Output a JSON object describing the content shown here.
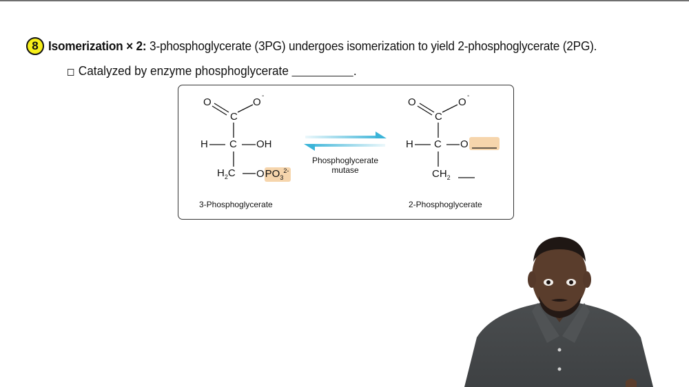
{
  "slide": {
    "item_number": "8",
    "heading": {
      "bold": "Isomerization × 2:",
      "text": " 3-phosphoglycerate (3PG) undergoes isomerization to yield 2-phosphoglycerate (2PG)."
    },
    "bullet": {
      "text": "Catalyzed by enzyme phosphoglycerate",
      "blank_suffix": "."
    }
  },
  "diagram": {
    "left_molecule": {
      "name": "3-Phosphoglycerate",
      "atoms": {
        "O_double": "O",
        "O_minus": "O",
        "minus": "-",
        "C1": "C",
        "H": "H",
        "C2": "C",
        "OH": "OH",
        "H2C": "H",
        "H2C_sub": "2",
        "H2C_C": "C",
        "O_link": "O",
        "PO3": "PO",
        "PO3_sub": "3",
        "PO3_charge": "2-"
      }
    },
    "enzyme": {
      "line1": "Phosphoglycerate",
      "line2": "mutase"
    },
    "right_molecule": {
      "name": "2-Phosphoglycerate",
      "atoms": {
        "O_double": "O",
        "O_minus": "O",
        "minus": "-",
        "C1": "C",
        "H": "H",
        "C2": "C",
        "O_link": "O",
        "CH2": "CH",
        "CH2_sub": "2"
      }
    },
    "colors": {
      "arrow": "#3bb4d8",
      "highlight": "#f6d5ac",
      "badge": "#f7ef1a"
    }
  },
  "presenter": {
    "description": "instructor video overlay"
  }
}
